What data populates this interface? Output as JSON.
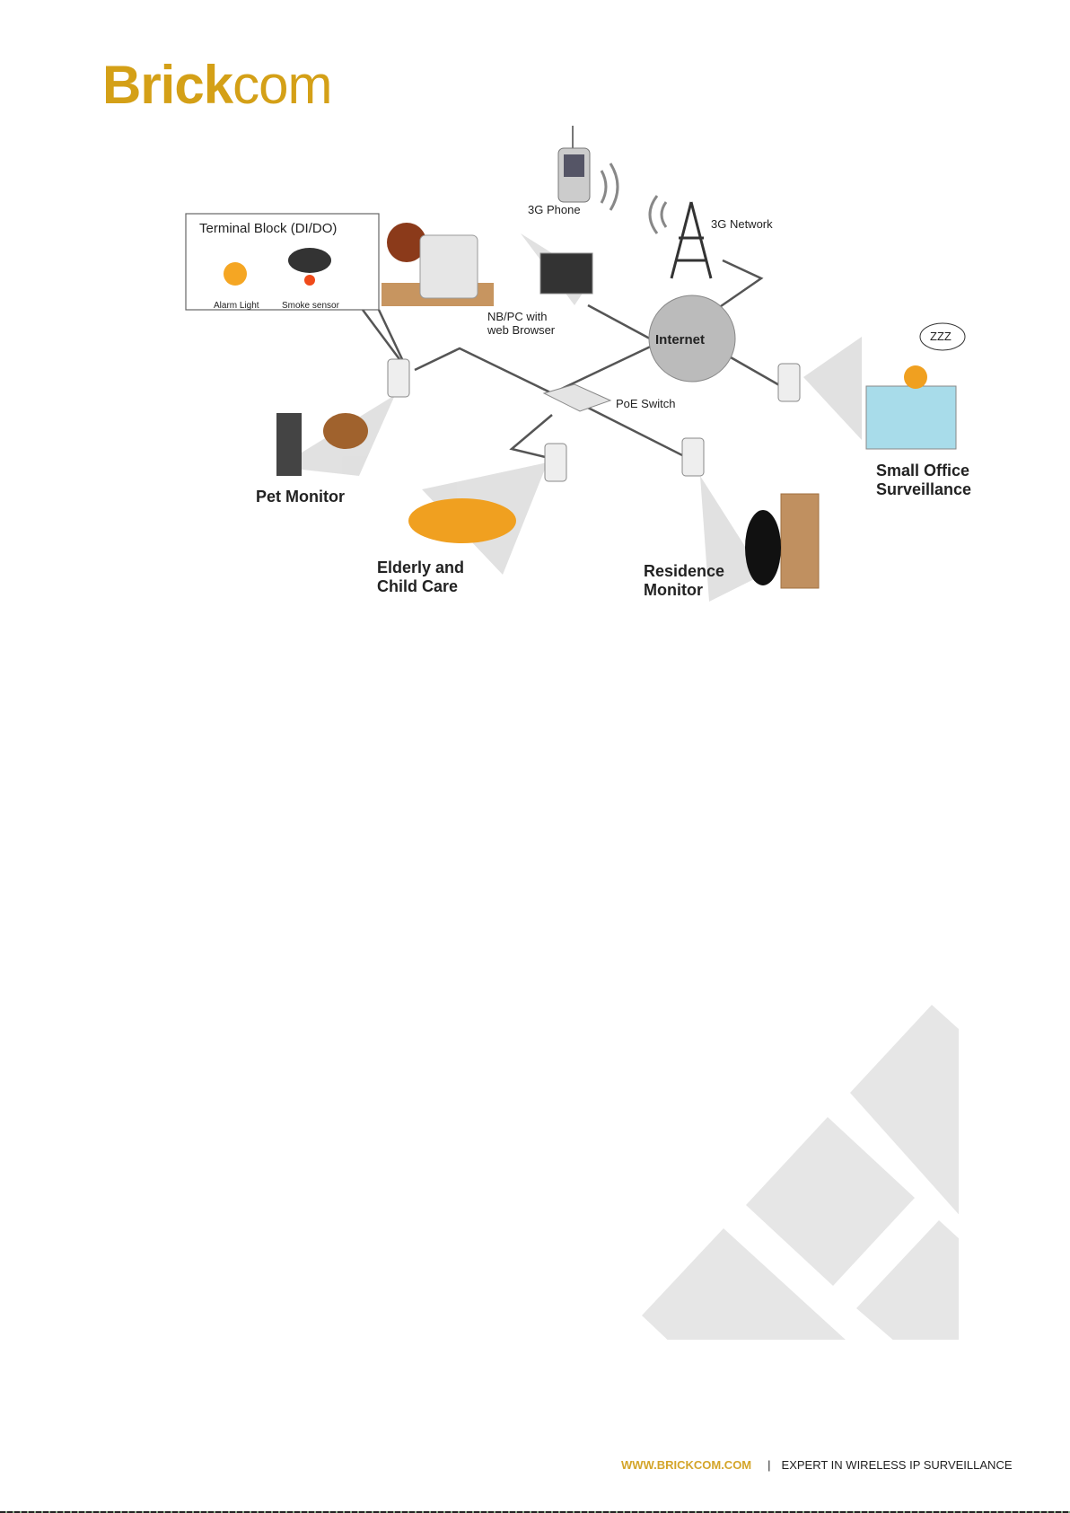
{
  "logo": {
    "bold": "Brick",
    "light": "com",
    "color": "#d4a017"
  },
  "diagram": {
    "terminal_block": "Terminal Block (DI/DO)",
    "alarm_light": "Alarm Light",
    "smoke_sensor": "Smoke sensor",
    "phone": "3G Phone",
    "network": "3G Network",
    "pc": "NB/PC with web Browser",
    "pc_line1": "NB/PC with",
    "pc_line2": "web Browser",
    "internet": "Internet",
    "poe_switch": "PoE Switch",
    "zzz": "ZZZ",
    "pet_monitor": "Pet Monitor",
    "elderly_line1": "Elderly and",
    "elderly_line2": "Child Care",
    "residence_line1": "Residence",
    "residence_line2": "Monitor",
    "office_line1": "Small Office",
    "office_line2": "Surveillance"
  },
  "footer": {
    "url": "WWW.BRICKCOM.COM",
    "separator": "|",
    "tagline": "EXPERT IN WIRELESS IP SURVEILLANCE"
  }
}
